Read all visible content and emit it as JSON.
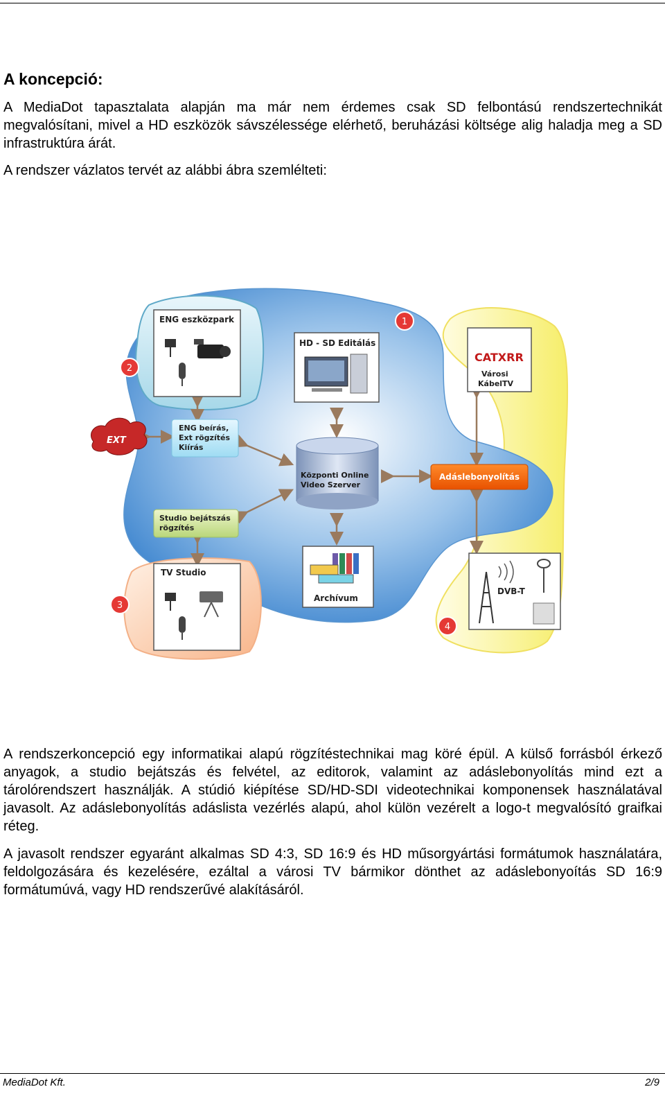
{
  "heading": "A koncepció:",
  "paragraphs": [
    "A MediaDot tapasztalata alapján ma már nem érdemes csak SD felbontású rendszertechnikát megvalósítani, mivel a HD eszközök sávszélessége elérhető, beruházási költsége alig haladja meg a SD infrastruktúra árát.",
    "A rendszer vázlatos tervét az alábbi ábra szemlélteti:",
    "A rendszerkoncepció egy informatikai alapú rögzítéstechnikai mag köré épül. A külső forrásból érkező anyagok, a studio bejátszás és felvétel, az editorok, valamint az adáslebonyolítás mind ezt a tárolórendszert használják. A stúdió kiépítése SD/HD-SDI videotechnikai komponensek használatával javasolt. Az adáslebonyolítás adáslista vezérlés alapú, ahol külön vezérelt a logo-t megvalósító graifkai réteg.",
    "A javasolt rendszer egyaránt alkalmas SD 4:3, SD 16:9 és HD műsorgyártási formátumok használatára, feldolgozására és kezelésére, ezáltal a városi TV bármikor dönthet az adáslebonyoítás SD 16:9 formátumúvá, vagy HD rendszerűvé alakításáról."
  ],
  "diagram": {
    "eng_park": "ENG eszközpark",
    "hd_sd_edit": "HD - SD Editálás",
    "catv_logo": "CATXRR",
    "catv_line1": "Városi",
    "catv_line2": "KábelTV",
    "ext": "EXT",
    "eng_write_1": "ENG beírás,",
    "eng_write_2": "Ext rögzítés",
    "eng_write_3": "Kiírás",
    "server_1": "Központi Online",
    "server_2": "Video Szerver",
    "playout": "Adáslebonyolítás",
    "studio_play_1": "Studio bejátszás",
    "studio_play_2": "rögzítés",
    "tv_studio": "TV Studio",
    "archive": "Archívum",
    "dvbt": "DVB-T",
    "badges": [
      "1",
      "2",
      "3",
      "4"
    ]
  },
  "footer": {
    "left": "MediaDot Kft.",
    "right": "2/9"
  }
}
